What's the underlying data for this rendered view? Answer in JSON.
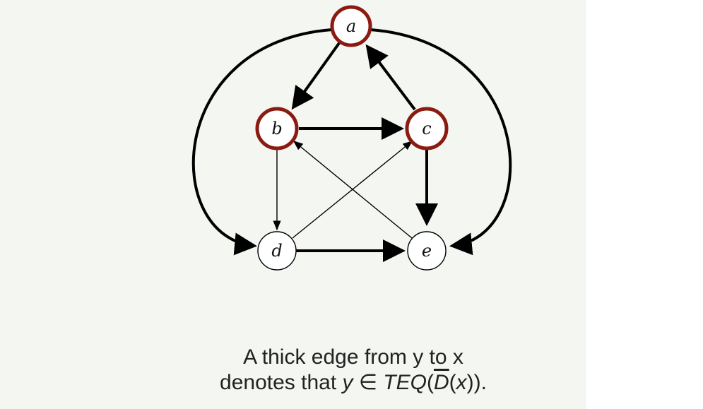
{
  "diagram": {
    "nodes": [
      {
        "id": "a",
        "label": "a",
        "highlighted": true
      },
      {
        "id": "b",
        "label": "b",
        "highlighted": true
      },
      {
        "id": "c",
        "label": "c",
        "highlighted": true
      },
      {
        "id": "d",
        "label": "d",
        "highlighted": false
      },
      {
        "id": "e",
        "label": "e",
        "highlighted": false
      }
    ],
    "edges": [
      {
        "from": "a",
        "to": "b",
        "thick": true
      },
      {
        "from": "c",
        "to": "a",
        "thick": true
      },
      {
        "from": "b",
        "to": "c",
        "thick": true
      },
      {
        "from": "c",
        "to": "e",
        "thick": true
      },
      {
        "from": "d",
        "to": "e",
        "thick": true
      },
      {
        "from": "a",
        "to": "d",
        "thick": true
      },
      {
        "from": "a",
        "to": "e",
        "thick": true
      },
      {
        "from": "b",
        "to": "d",
        "thick": false
      },
      {
        "from": "d",
        "to": "c",
        "thick": false
      },
      {
        "from": "e",
        "to": "b",
        "thick": false
      }
    ],
    "colors": {
      "highlight": "#8b1a10",
      "edge": "#000000",
      "background": "#f3f6f1"
    }
  },
  "caption": {
    "line1": "A thick edge from y to x",
    "line2_prefix": "denotes that ",
    "line2_var_y": "y",
    "line2_elem": " ∈ ",
    "line2_teq": "TEQ",
    "line2_paren_open": "(",
    "line2_D": "D",
    "line2_paren_x_open": "(",
    "line2_var_x": "x",
    "line2_close": ")).",
    "full_text": "denotes that y ∈ TEQ(D̄(x))."
  }
}
